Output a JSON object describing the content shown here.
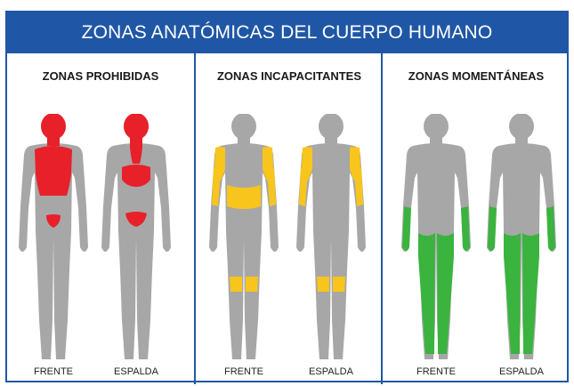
{
  "title": "ZONAS ANATÓMICAS DEL CUERPO HUMANO",
  "colors": {
    "accent": "#1f57a6",
    "body": "#a7a7a7",
    "red": "#e8202a",
    "yellow": "#f8c51c",
    "green": "#3bb33f"
  },
  "panels": [
    {
      "title": "ZONAS PROHIBIDAS",
      "front_label": "FRENTE",
      "back_label": "ESPALDA",
      "zone": "red"
    },
    {
      "title": "ZONAS INCAPACITANTES",
      "front_label": "FRENTE",
      "back_label": "ESPALDA",
      "zone": "yellow"
    },
    {
      "title": "ZONAS MOMENTÁNEAS",
      "front_label": "FRENTE",
      "back_label": "ESPALDA",
      "zone": "green"
    }
  ]
}
